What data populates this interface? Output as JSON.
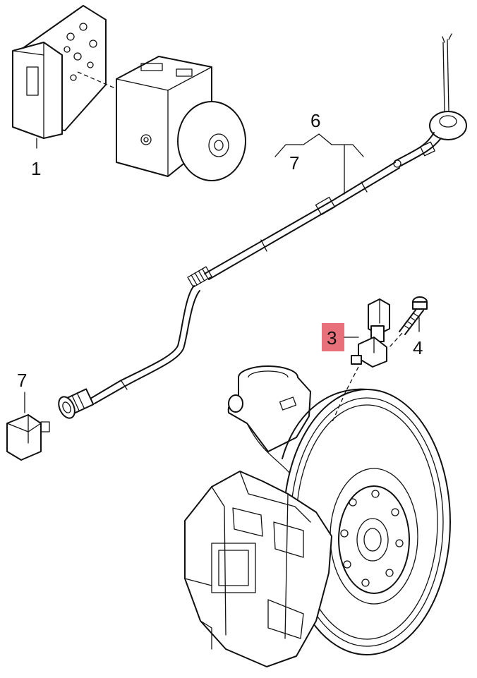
{
  "callouts": {
    "c1": "1",
    "c6": "6",
    "c7_top": "7",
    "c7_left": "7",
    "c3": "3",
    "c4": "4"
  },
  "colors": {
    "line": "#111111",
    "highlight": "#e8707a"
  }
}
